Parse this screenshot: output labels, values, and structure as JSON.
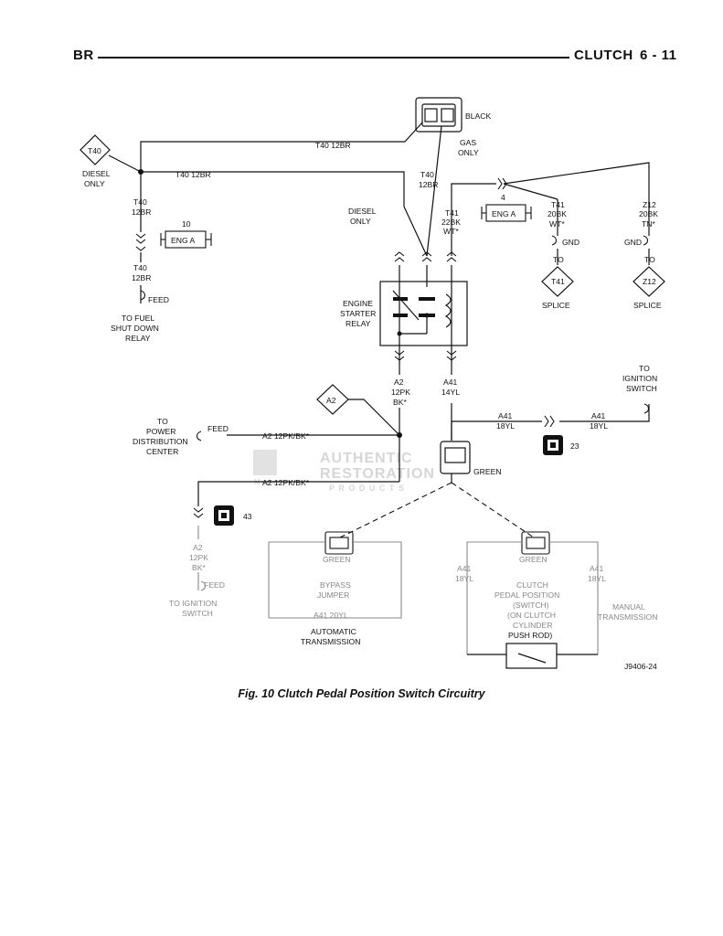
{
  "header": {
    "section": "BR",
    "title": "CLUTCH",
    "page": "6 - 11"
  },
  "figure": {
    "caption": "Fig. 10 Clutch Pedal Position Switch Circuitry",
    "figure_id": "J9406-24",
    "watermark": [
      "AUTHENTIC",
      "RESTORATION",
      "P R O D U C T S",
      "Mopar"
    ]
  },
  "labels": {
    "black": "BLACK",
    "gas_only": [
      "GAS",
      "ONLY"
    ],
    "diesel_only_left": [
      "DIESEL",
      "ONLY"
    ],
    "diesel_only_right": [
      "DIESEL",
      "ONLY"
    ],
    "t40": "T40",
    "t41": "T41",
    "z12": "Z12",
    "a2": "A2",
    "wire_t40_top": "T40   12BR",
    "wire_t40_mid": "T40   12BR",
    "wire_t40_vert_upper": [
      "T40",
      "12BR"
    ],
    "wire_t40_vert_mid": [
      "T40",
      "12BR"
    ],
    "wire_t40_vert_lower": [
      "T40",
      "12BR"
    ],
    "wire_t41_22bk": [
      "T41",
      "22BK",
      "WT*"
    ],
    "wire_t41_20bk": [
      "T41",
      "20BK",
      "WT*"
    ],
    "wire_z12_20bk": [
      "Z12",
      "20BK",
      "TN*"
    ],
    "conn_num_10": "10",
    "conn_num_4": "4",
    "eng_a": "ENG A",
    "gnd": "GND",
    "to": "TO",
    "splice": "SPLICE",
    "feed": "FEED",
    "to_fuel_shutdown": [
      "TO FUEL",
      "SHUT DOWN",
      "RELAY"
    ],
    "engine_starter_relay": [
      "ENGINE",
      "STARTER",
      "RELAY"
    ],
    "wire_a2_12pk": [
      "A2",
      "12PK",
      "BK*"
    ],
    "wire_a41_14yl": [
      "A41",
      "14YL"
    ],
    "to_ignition_switch_right": [
      "TO",
      "IGNITION",
      "SWITCH"
    ],
    "wire_a41_18yl": [
      "A41",
      "18YL"
    ],
    "to_pdc": [
      "TO",
      "POWER",
      "DISTRIBUTION",
      "CENTER"
    ],
    "wire_a2_12pkbk": "A2   12PK/BK*",
    "conn_23": "23",
    "conn_43": "43",
    "green": "GREEN",
    "to_ignition_switch_left": [
      "TO IGNITION",
      "SWITCH"
    ],
    "bypass_jumper": [
      "BYPASS",
      "JUMPER"
    ],
    "wire_a41_20yl": "A41   20YL",
    "automatic_transmission": [
      "AUTOMATIC",
      "TRANSMISSION"
    ],
    "clutch_switch": [
      "CLUTCH",
      "PEDAL POSITION",
      "(SWITCH)",
      "(ON CLUTCH",
      "CYLINDER",
      "PUSH ROD)"
    ],
    "manual_transmission": [
      "MANUAL",
      "TRANSMISSION"
    ]
  }
}
